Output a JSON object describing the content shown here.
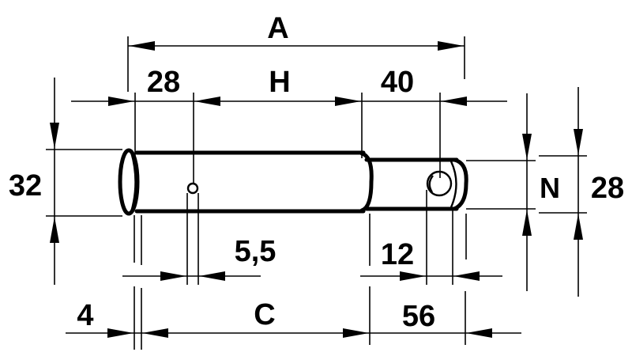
{
  "drawing": {
    "title": "Clevis pin dimension drawing",
    "colors": {
      "line": "#000000",
      "background": "#ffffff"
    },
    "dimensions": {
      "overall_length": {
        "label": "A"
      },
      "head_to_hole": {
        "label": "28"
      },
      "head_shaft_length": {
        "label": "H"
      },
      "reduced_shaft_length": {
        "label": "40"
      },
      "head_diameter": {
        "label": "32"
      },
      "reduced_diameter": {
        "label": "N"
      },
      "reduced_diameter_outer": {
        "label": "28"
      },
      "small_hole_diameter": {
        "label": "5,5"
      },
      "large_hole_diameter": {
        "label": "12"
      },
      "head_thickness": {
        "label": "4"
      },
      "clamping_length": {
        "label": "C"
      },
      "end_length": {
        "label": "56"
      }
    }
  }
}
